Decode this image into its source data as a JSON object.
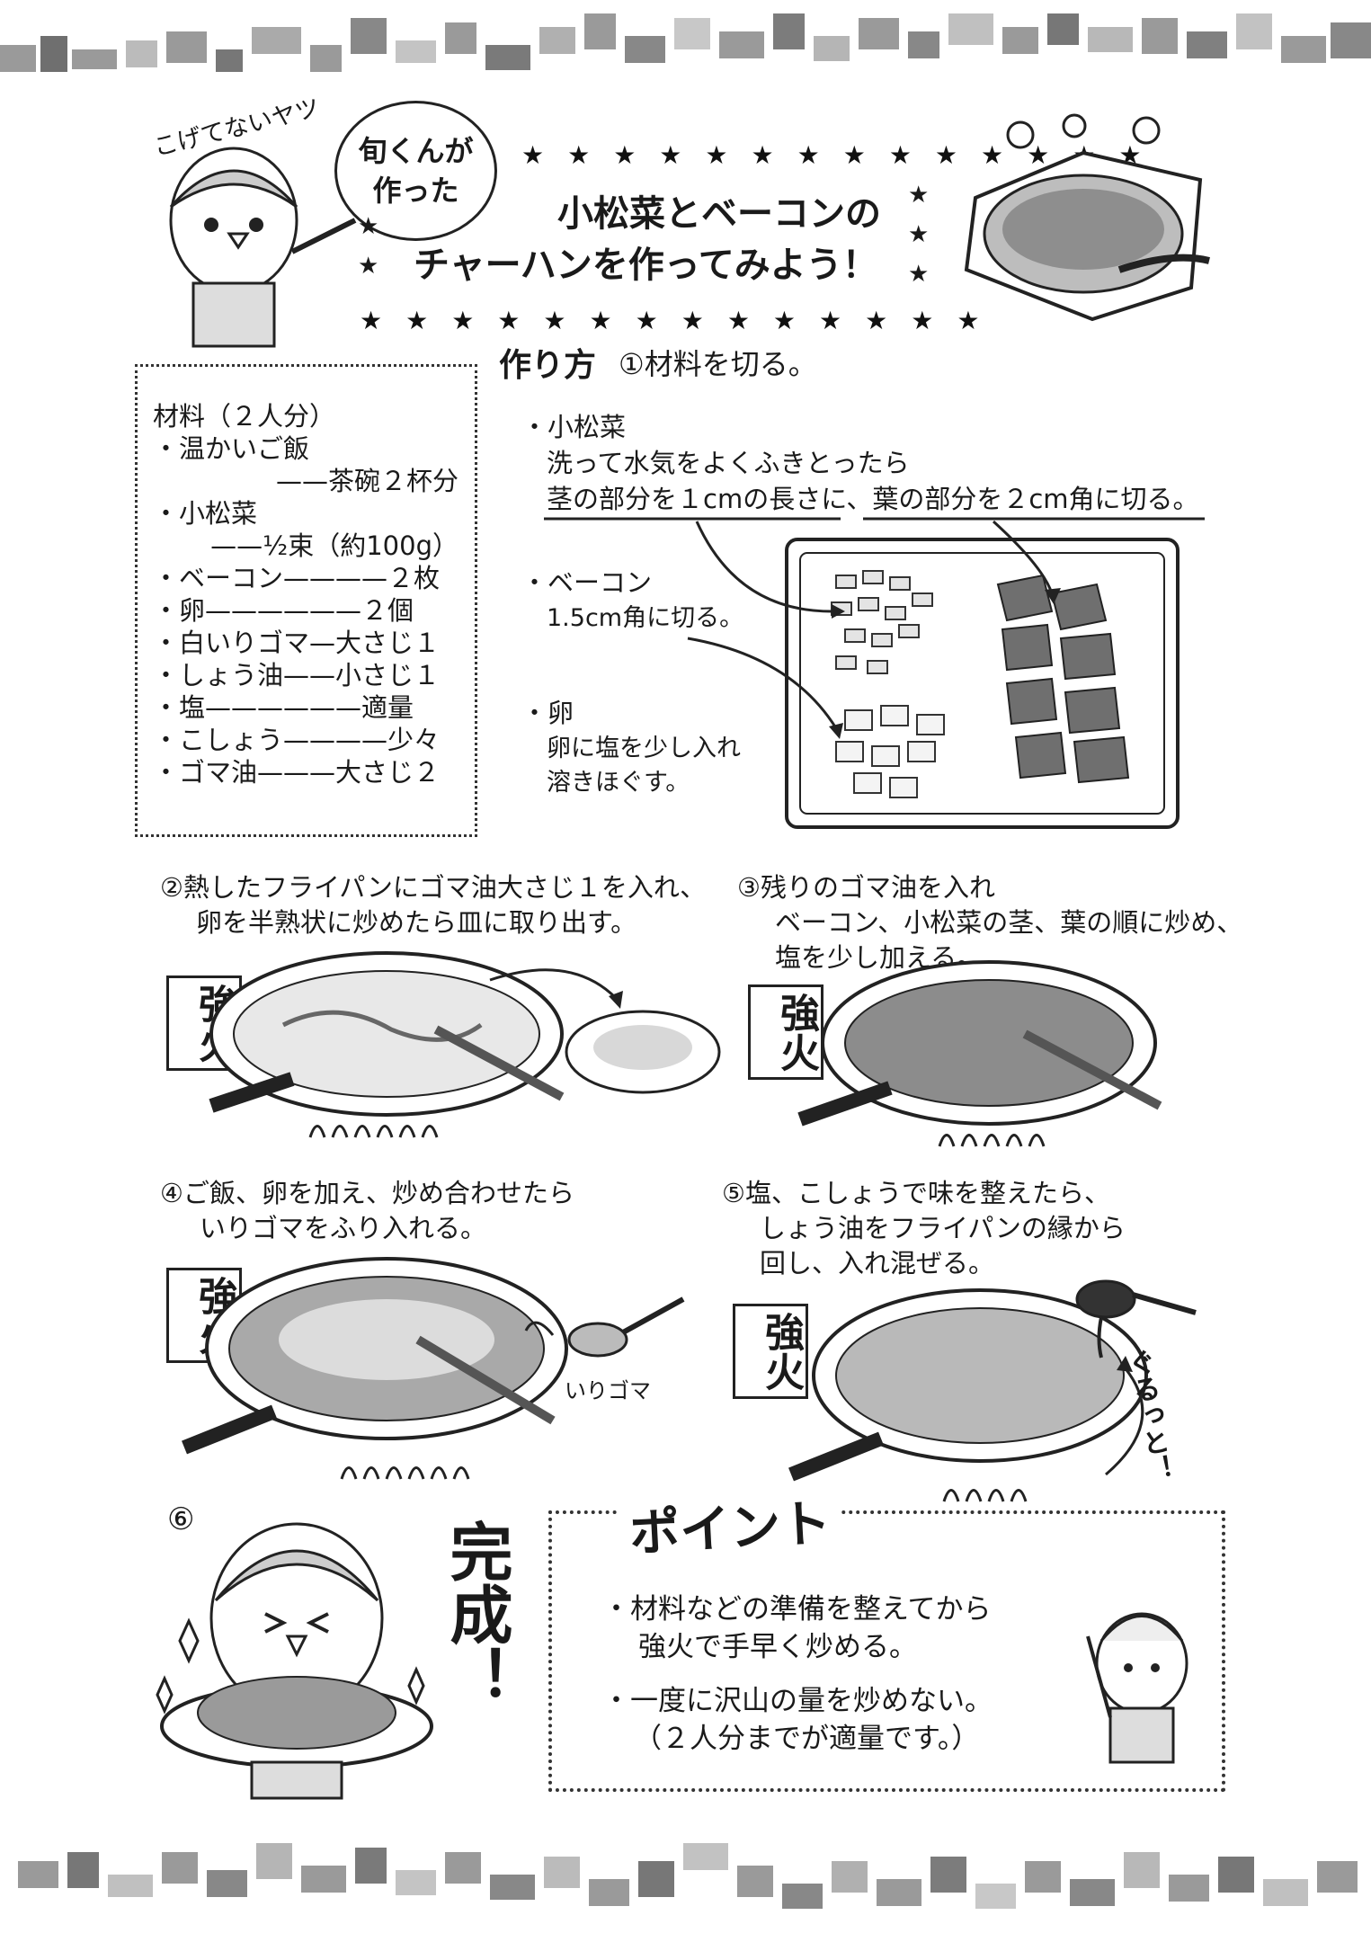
{
  "header": {
    "character_caption": "こげてないヤツ",
    "badge_line1": "旬くんが",
    "badge_line2": "作った",
    "title_line1": "小松菜とベーコンの",
    "title_line2": "チャーハンを作ってみよう！",
    "stars": "★★★★★★★★★★★★★★",
    "stars_side": "★"
  },
  "method_title": {
    "label": "作り方",
    "step1": "①材料を切る。"
  },
  "ingredients": {
    "heading": "材料（２人分）",
    "lines": [
      "・温かいご飯",
      "——茶碗２杯分",
      "・小松菜",
      "——½束（約100g）",
      "・ベーコン————２枚",
      "・卵——————２個",
      "・白いりゴマ—大さじ１",
      "・しょう油——小さじ１",
      "・塩——————適量",
      "・こしょう————少々",
      "・ゴマ油———大さじ２"
    ]
  },
  "prep": {
    "komatsuna_label": "・小松菜",
    "komatsuna_line1": "洗って水気をよくふきとったら",
    "komatsuna_line2": "茎の部分を１cmの長さに、葉の部分を２cm角に切る。",
    "bacon_label": "・ベーコン",
    "bacon_line1": "1.5cm角に切る。",
    "egg_label": "・卵",
    "egg_line1": "卵に塩を少し入れ",
    "egg_line2": "溶きほぐす。"
  },
  "steps": {
    "s2_line1": "②熱したフライパンにゴマ油大さじ１を入れ、",
    "s2_line2": "卵を半熟状に炒めたら皿に取り出す。",
    "s3_line1": "③残りのゴマ油を入れ",
    "s3_line2": "ベーコン、小松菜の茎、葉の順に炒め、",
    "s3_line3": "塩を少し加える。",
    "s4_line1": "④ご飯、卵を加え、炒め合わせたら",
    "s4_line2": "いりゴマをふり入れる。",
    "s5_line1": "⑤塩、こしょうで味を整えたら、",
    "s5_line2": "しょう油をフライパンの縁から",
    "s5_line3": "回し、入れ混ぜる。",
    "heat_label": "強火",
    "sesame_label": "いりゴマ",
    "stir_label": "ぐるっと！",
    "s6_num": "⑥",
    "done_label": "完成！"
  },
  "point": {
    "title": "ポイント",
    "line1": "・材料などの準備を整えてから",
    "line2": "強火で手早く炒める。",
    "line3": "・一度に沢山の量を炒めない。",
    "line4": "（２人分までが適量です。）"
  },
  "colors": {
    "ink": "#1a1a1a",
    "border_gray": "#9a9a9a",
    "paper": "#ffffff"
  }
}
